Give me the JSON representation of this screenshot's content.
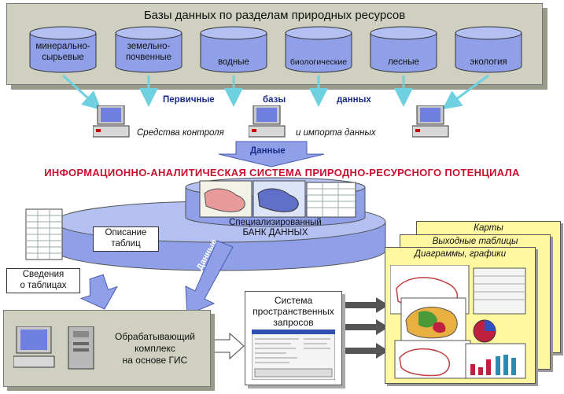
{
  "top": {
    "title": "Базы данных по разделам природных ресурсов",
    "databases": [
      {
        "line1": "минерально-",
        "line2": "сырьевые"
      },
      {
        "line1": "земельно-",
        "line2": "почвенные"
      },
      {
        "line1": "водные",
        "line2": ""
      },
      {
        "line1": "биологические",
        "line2": ""
      },
      {
        "line1": "лесные",
        "line2": ""
      },
      {
        "line1": "экология",
        "line2": ""
      }
    ]
  },
  "primary": {
    "w1": "Первичные",
    "w2": "базы",
    "w3": "данных"
  },
  "control": {
    "part1": "Средства контроля",
    "part2": "и импорта данных"
  },
  "data_arrow_label": "Данные",
  "system_title": "ИНФОРМАЦИОННО-АНАЛИТИЧЕСКАЯ СИСТЕМА ПРИРОДНО-РЕСУРСНОГО ПОТЕНЦИАЛА",
  "bank": {
    "line1": "Специализированный",
    "line2": "БАНК ДАННЫХ"
  },
  "callouts": {
    "desc": {
      "line1": "Описание",
      "line2": "таблиц"
    },
    "info": {
      "line1": "Сведения",
      "line2": "о таблицах"
    }
  },
  "diag_data_label": "Данные",
  "gis": {
    "line1": "Обрабатывающий",
    "line2": "комплекс",
    "line3": "на основе ГИС"
  },
  "query": {
    "line1": "Система",
    "line2": "пространственных",
    "line3": "запросов"
  },
  "outputs": {
    "maps": "Карты",
    "tables": "Выходные таблицы",
    "charts": "Диаграммы, графики"
  },
  "colors": {
    "panel": "#d0d0c0",
    "cylinder": "#8fa0e8",
    "arrow": "#6fd0e0",
    "title_red": "#c8102e",
    "sheet": "#fff8a0"
  }
}
